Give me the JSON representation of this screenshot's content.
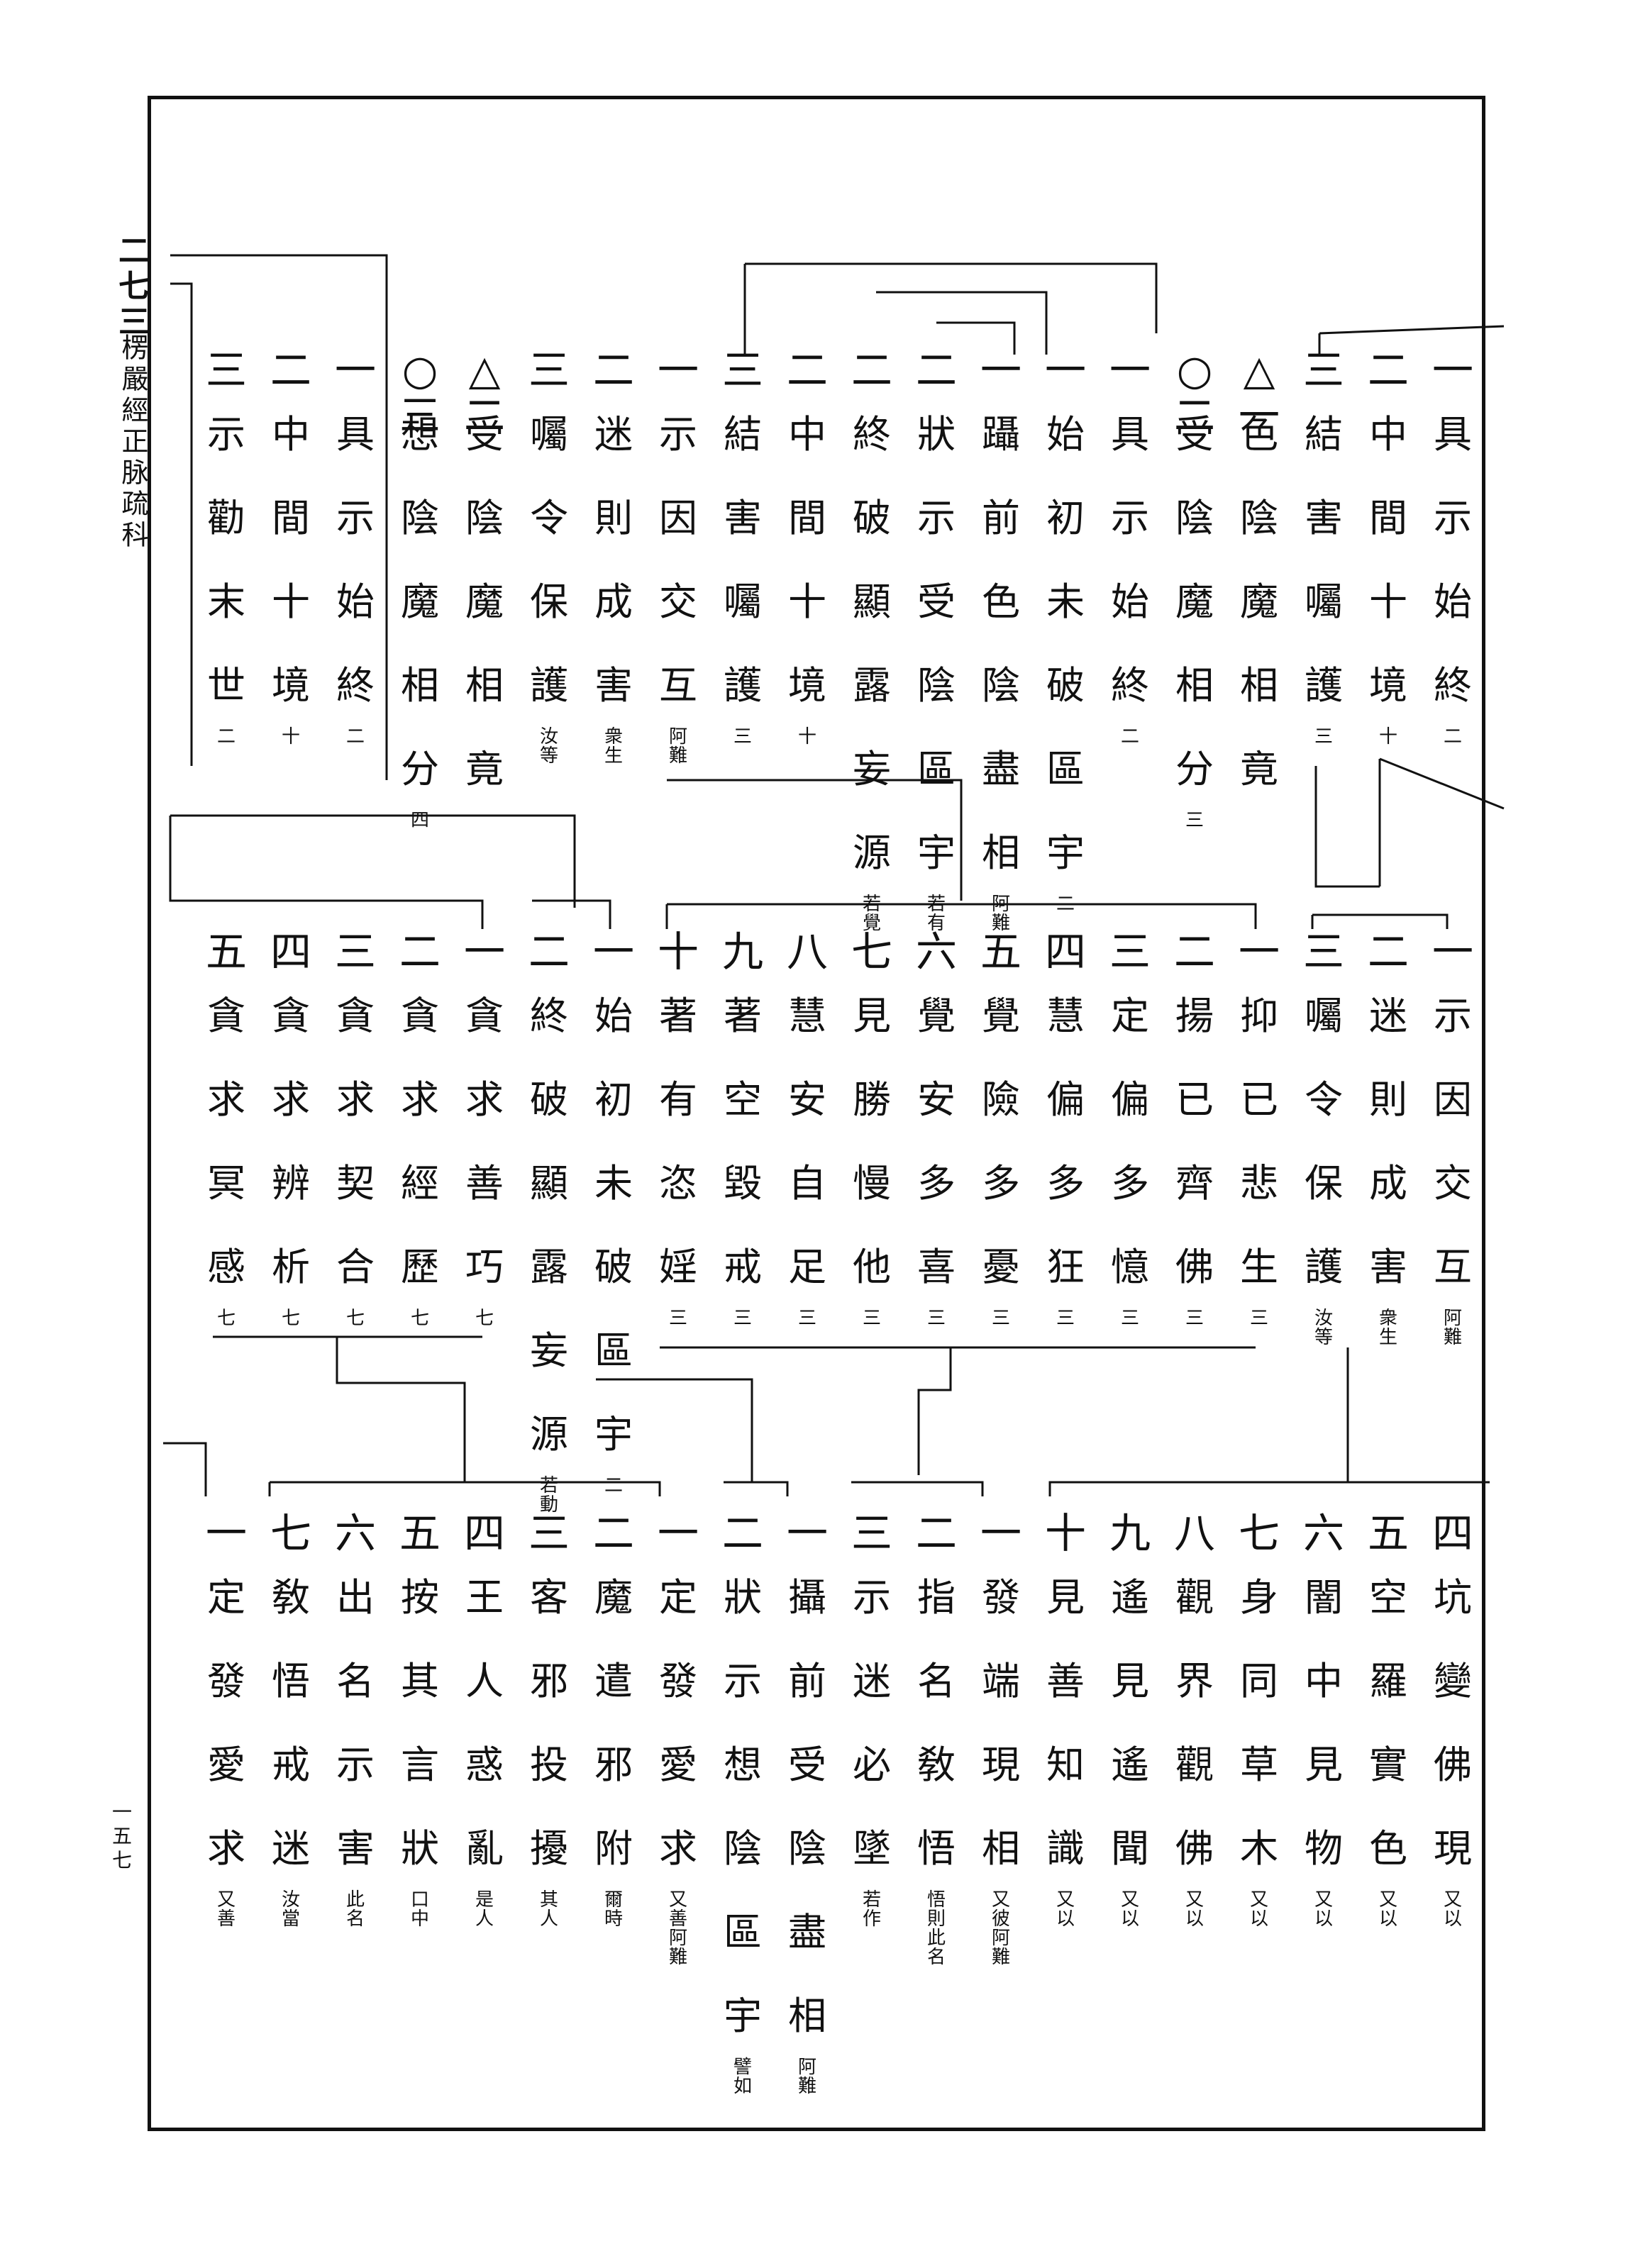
{
  "margin": {
    "volume_number": "二七三",
    "book_title": "楞嚴經正脉疏科",
    "page_number": "一五七"
  },
  "rows": [
    [
      {
        "num": "一",
        "text": "具示始終",
        "note": "二"
      },
      {
        "num": "二",
        "text": "中間十境",
        "note": "十"
      },
      {
        "num": "三",
        "text": "結害囑護",
        "note": "三"
      },
      {
        "num": "△一",
        "text": "色陰魔相竟",
        "note": ""
      },
      {
        "num": "○二",
        "text": "受陰魔相分",
        "note": "三"
      },
      {
        "num": "一",
        "text": "具示始終",
        "note": "二"
      },
      {
        "num": "一",
        "text": "始初未破區宇",
        "note": "二"
      },
      {
        "num": "一",
        "text": "躡前色陰盡相",
        "note": "阿難"
      },
      {
        "num": "二",
        "text": "狀示受陰區宇",
        "note": "若有"
      },
      {
        "num": "二",
        "text": "終破顯露妄源",
        "note": "若覺"
      },
      {
        "num": "二",
        "text": "中間十境",
        "note": "十"
      },
      {
        "num": "三",
        "text": "結害囑護",
        "note": "三"
      },
      {
        "num": "一",
        "text": "示因交互",
        "note": "阿難"
      },
      {
        "num": "二",
        "text": "迷則成害",
        "note": "衆生"
      },
      {
        "num": "三",
        "text": "囑令保護",
        "note": "汝等"
      },
      {
        "num": "△二",
        "text": "受陰魔相竟",
        "note": ""
      },
      {
        "num": "○三",
        "text": "想陰魔相分",
        "note": "四"
      },
      {
        "num": "一",
        "text": "具示始終",
        "note": "二"
      },
      {
        "num": "二",
        "text": "中間十境",
        "note": "十"
      },
      {
        "num": "三",
        "text": "示勸末世",
        "note": "二"
      }
    ],
    [
      {
        "num": "一",
        "text": "示因交互",
        "note": "阿難"
      },
      {
        "num": "二",
        "text": "迷則成害",
        "note": "衆生"
      },
      {
        "num": "三",
        "text": "囑令保護",
        "note": "汝等"
      },
      {
        "num": "一",
        "text": "抑已悲生",
        "note": "三"
      },
      {
        "num": "二",
        "text": "揚已齊佛",
        "note": "三"
      },
      {
        "num": "三",
        "text": "定偏多憶",
        "note": "三"
      },
      {
        "num": "四",
        "text": "慧偏多狂",
        "note": "三"
      },
      {
        "num": "五",
        "text": "覺險多憂",
        "note": "三"
      },
      {
        "num": "六",
        "text": "覺安多喜",
        "note": "三"
      },
      {
        "num": "七",
        "text": "見勝慢他",
        "note": "三"
      },
      {
        "num": "八",
        "text": "慧安自足",
        "note": "三"
      },
      {
        "num": "九",
        "text": "著空毀戒",
        "note": "三"
      },
      {
        "num": "十",
        "text": "著有恣婬",
        "note": "三"
      },
      {
        "num": "一",
        "text": "始初未破區宇",
        "note": "二"
      },
      {
        "num": "二",
        "text": "終破顯露妄源",
        "note": "若動"
      },
      {
        "num": "一",
        "text": "貪求善巧",
        "note": "七"
      },
      {
        "num": "二",
        "text": "貪求經歷",
        "note": "七"
      },
      {
        "num": "三",
        "text": "貪求契合",
        "note": "七"
      },
      {
        "num": "四",
        "text": "貪求辨析",
        "note": "七"
      },
      {
        "num": "五",
        "text": "貪求冥感",
        "note": "七"
      }
    ],
    [
      {
        "num": "四",
        "text": "坑變佛現",
        "note": "又以"
      },
      {
        "num": "五",
        "text": "空羅實色",
        "note": "又以"
      },
      {
        "num": "六",
        "text": "闇中見物",
        "note": "又以"
      },
      {
        "num": "七",
        "text": "身同草木",
        "note": "又以"
      },
      {
        "num": "八",
        "text": "觀界觀佛",
        "note": "又以"
      },
      {
        "num": "九",
        "text": "遙見遙聞",
        "note": "又以"
      },
      {
        "num": "十",
        "text": "見善知識",
        "note": "又以"
      },
      {
        "num": "一",
        "text": "發端現相",
        "note": "又彼阿難"
      },
      {
        "num": "二",
        "text": "指名敎悟",
        "note": "悟則此名"
      },
      {
        "num": "三",
        "text": "示迷必墜",
        "note": "若作"
      },
      {
        "num": "一",
        "text": "攝前受陰盡相",
        "note": "阿難"
      },
      {
        "num": "二",
        "text": "狀示想陰區宇",
        "note": "譬如"
      },
      {
        "num": "一",
        "text": "定發愛求",
        "note": "又善阿難"
      },
      {
        "num": "二",
        "text": "魔遣邪附",
        "note": "爾時"
      },
      {
        "num": "三",
        "text": "客邪投擾",
        "note": "其人"
      },
      {
        "num": "四",
        "text": "王人惑亂",
        "note": "是人"
      },
      {
        "num": "五",
        "text": "按其言狀",
        "note": "口中"
      },
      {
        "num": "六",
        "text": "出名示害",
        "note": "此名"
      },
      {
        "num": "七",
        "text": "敎悟戒迷",
        "note": "汝當"
      },
      {
        "num": "一",
        "text": "定發愛求",
        "note": "又善"
      }
    ]
  ]
}
